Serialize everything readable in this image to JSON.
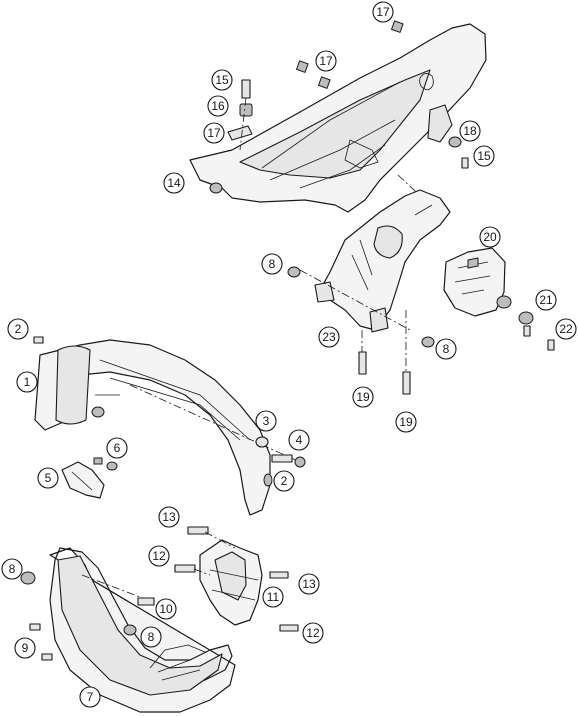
{
  "diagram": {
    "callouts": [
      {
        "id": "c17a",
        "label": "17"
      },
      {
        "id": "c17b",
        "label": "17"
      },
      {
        "id": "c15a",
        "label": "15"
      },
      {
        "id": "c16",
        "label": "16"
      },
      {
        "id": "c17c",
        "label": "17"
      },
      {
        "id": "c14",
        "label": "14"
      },
      {
        "id": "c18",
        "label": "18"
      },
      {
        "id": "c15b",
        "label": "15"
      },
      {
        "id": "c20",
        "label": "20"
      },
      {
        "id": "c8a",
        "label": "8"
      },
      {
        "id": "c21",
        "label": "21"
      },
      {
        "id": "c22",
        "label": "22"
      },
      {
        "id": "c23",
        "label": "23"
      },
      {
        "id": "c8b",
        "label": "8"
      },
      {
        "id": "c19a",
        "label": "19"
      },
      {
        "id": "c19b",
        "label": "19"
      },
      {
        "id": "c2a",
        "label": "2"
      },
      {
        "id": "c1",
        "label": "1"
      },
      {
        "id": "c3",
        "label": "3"
      },
      {
        "id": "c4",
        "label": "4"
      },
      {
        "id": "c6",
        "label": "6"
      },
      {
        "id": "c5",
        "label": "5"
      },
      {
        "id": "c2b",
        "label": "2"
      },
      {
        "id": "c13a",
        "label": "13"
      },
      {
        "id": "c12a",
        "label": "12"
      },
      {
        "id": "c13b",
        "label": "13"
      },
      {
        "id": "c8c",
        "label": "8"
      },
      {
        "id": "c10",
        "label": "10"
      },
      {
        "id": "c11",
        "label": "11"
      },
      {
        "id": "c8d",
        "label": "8"
      },
      {
        "id": "c12b",
        "label": "12"
      },
      {
        "id": "c9",
        "label": "9"
      },
      {
        "id": "c7",
        "label": "7"
      }
    ]
  }
}
